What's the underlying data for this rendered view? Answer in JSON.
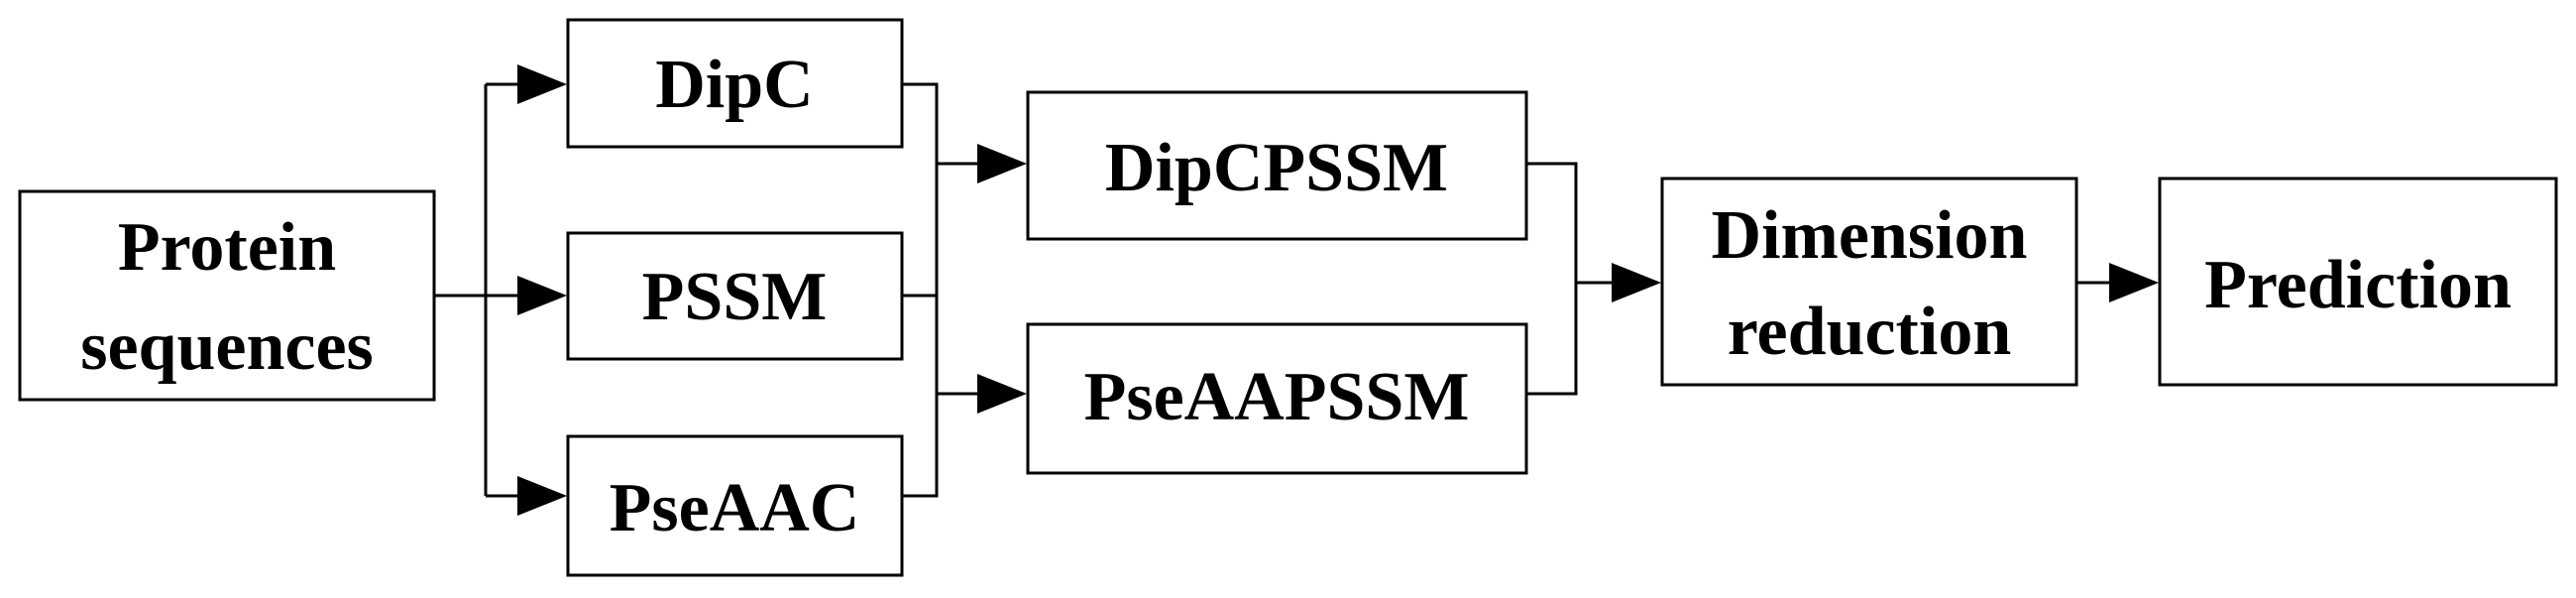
{
  "nodes": {
    "protein": {
      "lines": [
        "Protein",
        "sequences"
      ]
    },
    "dipc": {
      "lines": [
        "DipC"
      ]
    },
    "pssm": {
      "lines": [
        "PSSM"
      ]
    },
    "pseaac": {
      "lines": [
        "PseAAC"
      ]
    },
    "dipcpssm": {
      "lines": [
        "DipCPSSM"
      ]
    },
    "pseaapssm": {
      "lines": [
        "PseAAPSSM"
      ]
    },
    "dimension": {
      "lines": [
        "Dimension",
        "reduction"
      ]
    },
    "prediction": {
      "lines": [
        "Prediction"
      ]
    }
  },
  "colors": {
    "stroke": "#000000",
    "fill": "#ffffff"
  }
}
